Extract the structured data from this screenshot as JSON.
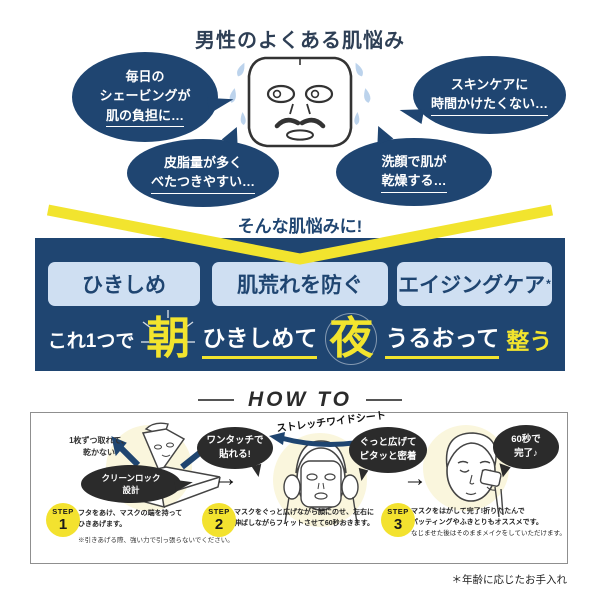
{
  "colors": {
    "navy": "#1f4571",
    "yellow": "#f2e42e",
    "badge_blue": "#cfdff2",
    "black_bubble": "#2b2b2b",
    "pale_yellow": "#faf6dd",
    "drop_blue": "#bcd3ec"
  },
  "icons": {
    "step_arrow": "→"
  },
  "header": {
    "title": "男性のよくある肌悩み"
  },
  "concerns": {
    "shaving": {
      "line1": "毎日の",
      "line2": "シェービングが",
      "underlined": "肌の負担に…"
    },
    "time": {
      "line1": "スキンケアに",
      "underlined": "時間かけたくない…"
    },
    "sebum": {
      "line1": "皮脂量が多く",
      "underlined": "べたつきやすい…"
    },
    "dryness": {
      "line1": "洗顔で肌が",
      "underlined": "乾燥する…"
    }
  },
  "transition": {
    "label": "そんな肌悩みに!"
  },
  "benefits": {
    "badge1": "ひきしめ",
    "badge2": "肌荒れを防ぐ",
    "badge3": "エイジングケア",
    "badge3_asterisk": "*",
    "tagline_prefix": "これ1つで",
    "morning_kanji": "朝",
    "morning_action": "ひきしめて",
    "night_kanji": "夜",
    "night_action": "うるおって",
    "tagline_suffix": "整う"
  },
  "how_to": {
    "heading": "HOW TO",
    "step_label": "STEP",
    "step1": {
      "number": "1",
      "note_line1": "1枚ずつ取れて、",
      "note_line2": "乾かない",
      "callout_line1": "クリーンロック",
      "callout_line2": "設計",
      "desc_line1": "フタをあけ、マスクの端を持って",
      "desc_line2": "ひきあげます。",
      "caution": "※引きあげる際、強い力で引っ張らないでください。"
    },
    "step2": {
      "number": "2",
      "callout_left_line1": "ワンタッチで",
      "callout_left_line2": "貼れる!",
      "sheet_label": "ストレッチワイドシート",
      "callout_right_line1": "ぐっと広げて",
      "callout_right_line2": "ピタッと密着",
      "desc_line1": "マスクをぐっと広げながら顔にのせ、左右に",
      "desc_line2": "伸ばしながらフィットさせて60秒おきます。"
    },
    "step3": {
      "number": "3",
      "callout_line1": "60秒で",
      "callout_line2": "完了♪",
      "desc_line1": "マスクをはがして完了!折りたたんで",
      "desc_line2": "パッティングやふきとりもオススメです。",
      "desc_line3": "なじませた後はそのままメイクをしていただけます。"
    }
  },
  "footnote": "＊年齢に応じたお手入れ"
}
